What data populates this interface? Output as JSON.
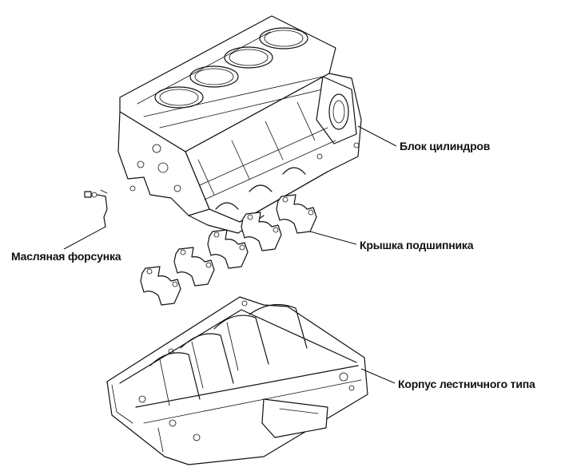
{
  "labels": {
    "cylinder_block": "Блок цилиндров",
    "bearing_cap": "Крышка подшипника",
    "oil_jet": "Масляная форсунка",
    "ladder_housing": "Корпус лестничного типа"
  },
  "colors": {
    "line": "#111111",
    "background": "#ffffff"
  }
}
